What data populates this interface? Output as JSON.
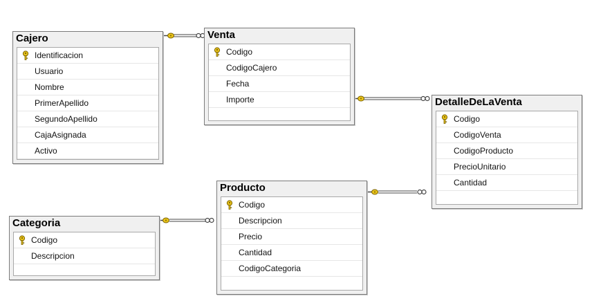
{
  "tables": [
    {
      "id": "cajero",
      "name": "Cajero",
      "columns": [
        {
          "name": "Identificacion",
          "pk": true
        },
        {
          "name": "Usuario"
        },
        {
          "name": "Nombre"
        },
        {
          "name": "PrimerApellido"
        },
        {
          "name": "SegundoApellido"
        },
        {
          "name": "CajaAsignada"
        },
        {
          "name": "Activo"
        }
      ]
    },
    {
      "id": "venta",
      "name": "Venta",
      "columns": [
        {
          "name": "Codigo",
          "pk": true
        },
        {
          "name": "CodigoCajero"
        },
        {
          "name": "Fecha"
        },
        {
          "name": "Importe"
        }
      ]
    },
    {
      "id": "detalle",
      "name": "DetalleDeLaVenta",
      "columns": [
        {
          "name": "Codigo",
          "pk": true
        },
        {
          "name": "CodigoVenta"
        },
        {
          "name": "CodigoProducto"
        },
        {
          "name": "PrecioUnitario"
        },
        {
          "name": "Cantidad"
        }
      ]
    },
    {
      "id": "producto",
      "name": "Producto",
      "columns": [
        {
          "name": "Codigo",
          "pk": true
        },
        {
          "name": "Descripcion"
        },
        {
          "name": "Precio"
        },
        {
          "name": "Cantidad"
        },
        {
          "name": "CodigoCategoria"
        }
      ]
    },
    {
      "id": "categoria",
      "name": "Categoria",
      "columns": [
        {
          "name": "Codigo",
          "pk": true
        },
        {
          "name": "Descripcion"
        }
      ]
    }
  ],
  "relationships": [
    {
      "one": "cajero",
      "many": "venta"
    },
    {
      "one": "venta",
      "many": "detalle"
    },
    {
      "one": "producto",
      "many": "detalle"
    },
    {
      "one": "categoria",
      "many": "producto"
    }
  ],
  "colors": {
    "key": "#e8c21a",
    "key_outline": "#7a6200",
    "link": "#444444"
  },
  "icons": {
    "primary_key": "key-icon"
  }
}
